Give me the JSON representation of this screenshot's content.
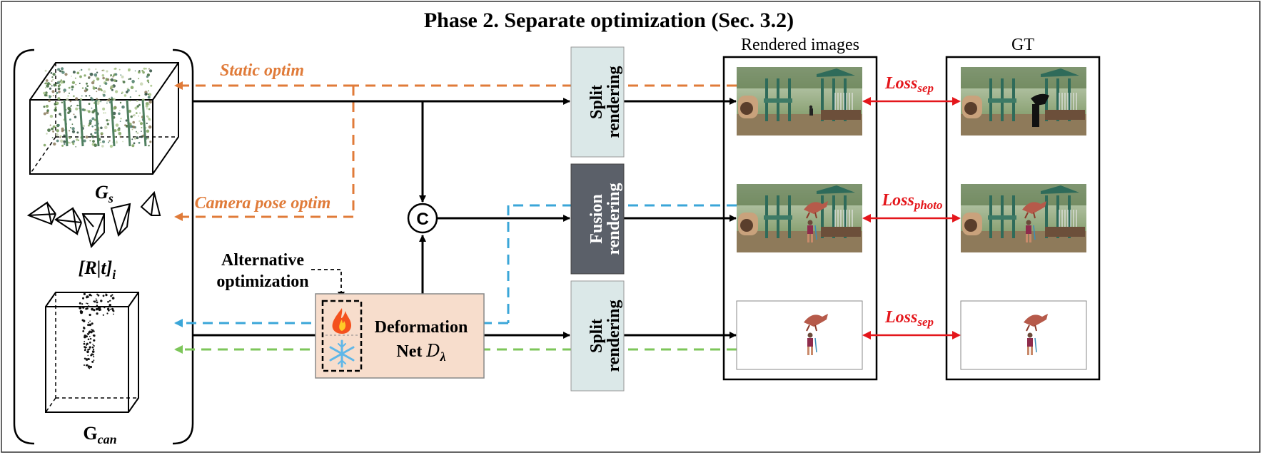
{
  "title": "Phase 2. Separate optimization (Sec. 3.2)",
  "left_panel": {
    "gs_label": "G",
    "gs_sub": "s",
    "pose_label": "[R|t]",
    "pose_sub": "i",
    "gcan_label": "G",
    "gcan_sub": "can"
  },
  "arrows": {
    "static_optim": "Static optim",
    "camera_pose_optim": "Camera pose optim",
    "concat_symbol": "C"
  },
  "alternative": {
    "line1": "Alternative",
    "line2": "optimization"
  },
  "deformation": {
    "line1": "Deformation",
    "line2_prefix": "Net ",
    "symbol": "D",
    "sub": "λ",
    "fire_icon": "fire-icon",
    "snow_icon": "snowflake-icon"
  },
  "blocks": [
    {
      "line1": "Split",
      "line2": "rendering"
    },
    {
      "line1": "Fusion",
      "line2": "rendering"
    },
    {
      "line1": "Split",
      "line2": "rendering"
    }
  ],
  "columns": {
    "rendered": "Rendered images",
    "gt": "GT"
  },
  "losses": [
    {
      "base": "Loss",
      "sub": "sep"
    },
    {
      "base": "Loss",
      "sub": "photo"
    },
    {
      "base": "Loss",
      "sub": "sep"
    }
  ],
  "colors": {
    "orange": "#e07b39",
    "blue": "#3aa6d8",
    "green": "#7dc65a",
    "red": "#e4161b",
    "split_fill": "#dbe8e8",
    "fusion_fill": "#5b6069",
    "deform_fill": "#f7ddcc"
  }
}
